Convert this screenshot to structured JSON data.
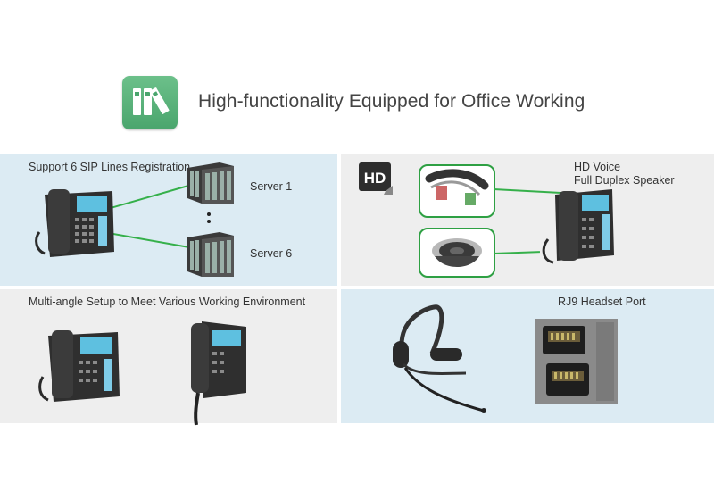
{
  "header": {
    "title": "High-functionality Equipped for Office Working",
    "icon": "binders-icon",
    "accent": "#4aa56d"
  },
  "panels": {
    "sip": {
      "title": "Support 6 SIP Lines Registration",
      "server_top": "Server 1",
      "server_bottom": "Server 6"
    },
    "hd": {
      "badge": "HD",
      "line1": "HD Voice",
      "line2": "Full Duplex Speaker"
    },
    "multi": {
      "title": "Multi-angle Setup to Meet Various Working Environment"
    },
    "headset": {
      "title": "RJ9 Headset Port"
    }
  },
  "colors": {
    "connector": "#35b04a",
    "panel_blue": "#dcebf3",
    "panel_gray": "#eeeeee"
  }
}
